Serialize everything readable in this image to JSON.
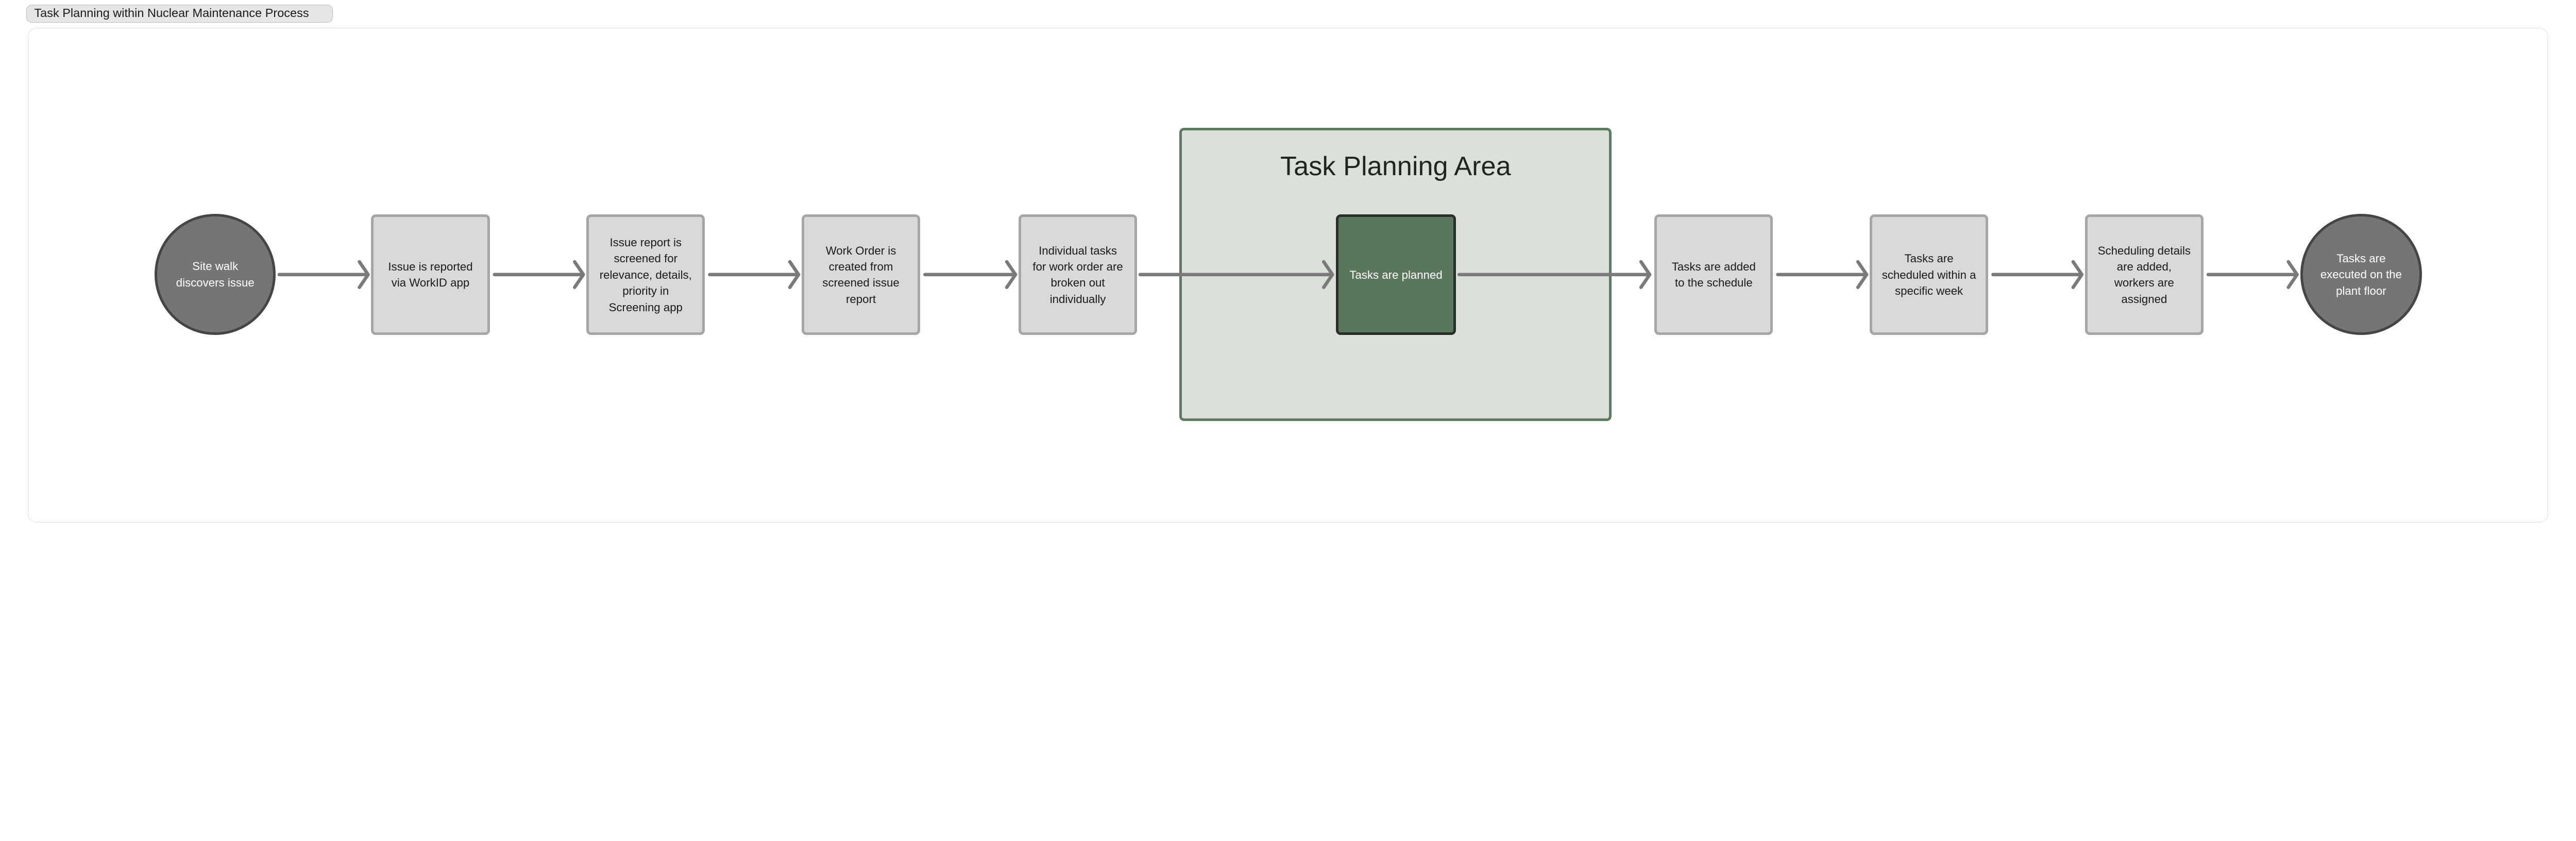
{
  "title": "Task Planning within Nuclear Maintenance Process",
  "area": {
    "title": "Task Planning Area"
  },
  "nodes": [
    {
      "text": "Site walk discovers issue",
      "shape": "circle"
    },
    {
      "text": "Issue is reported via WorkID app",
      "shape": "box"
    },
    {
      "text": "Issue report is screened for relevance, details, priority in Screening app",
      "shape": "box"
    },
    {
      "text": "Work Order is created from screened issue report",
      "shape": "box"
    },
    {
      "text": "Individual tasks for work order are broken out individually",
      "shape": "box"
    },
    {
      "text": "Tasks are planned",
      "shape": "box-highlight"
    },
    {
      "text": "Tasks are added to the schedule",
      "shape": "box"
    },
    {
      "text": "Tasks are scheduled within a specific week",
      "shape": "box"
    },
    {
      "text": "Scheduling details are added, workers are assigned",
      "shape": "box"
    },
    {
      "text": "Tasks are executed on the plant floor",
      "shape": "circle"
    }
  ],
  "colors": {
    "circle": "#757575",
    "box": "#d9d9d9",
    "area": "#dce0da",
    "highlight": "#5b775b",
    "arrow": "#7a7a7a"
  }
}
